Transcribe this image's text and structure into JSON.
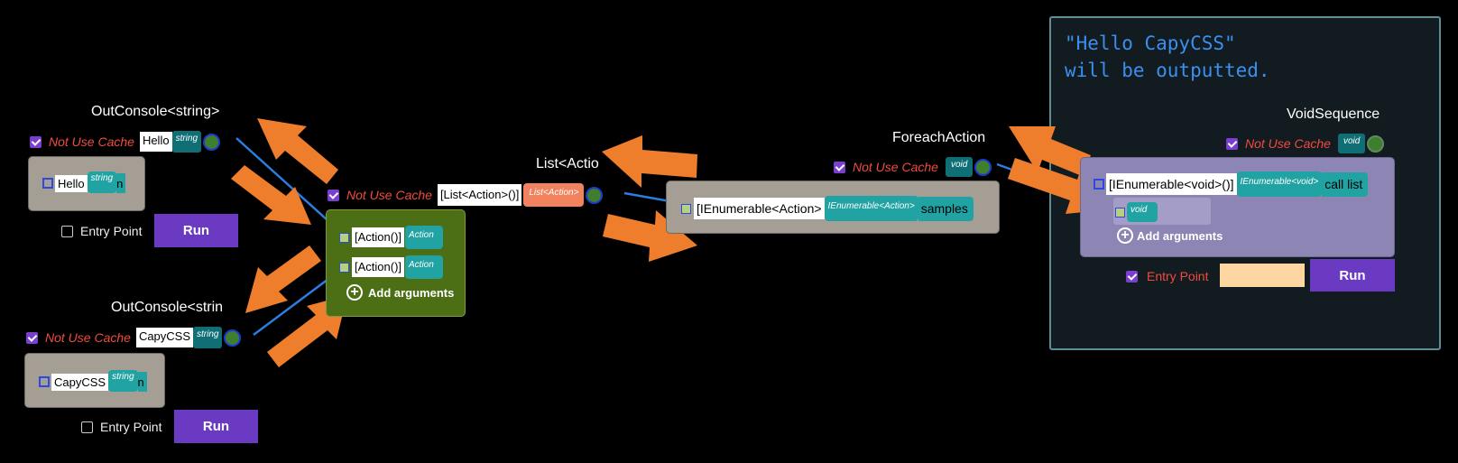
{
  "colors": {
    "background": "#000000",
    "accent_purple": "#6a3ac2",
    "not_use_cache_red": "#f04b3e",
    "teal": "#22a3a3",
    "dark_teal": "#0f6f75",
    "arrow_orange": "#ef7e2c",
    "connection_blue": "#2b7de0",
    "note_text": "#3b8ff0"
  },
  "note": {
    "line1": "\"Hello CapyCSS\"",
    "line2": "will be outputted."
  },
  "nodes": {
    "out_console_1": {
      "title": "OutConsole<string>",
      "not_use_cache": "Not Use Cache",
      "value": "Hello",
      "type": "string",
      "arg_value": "Hello",
      "arg_type": "string",
      "arg_name": "n",
      "entry_point": "Entry Point",
      "run": "Run"
    },
    "out_console_2": {
      "title": "OutConsole<strin",
      "not_use_cache": "Not Use Cache",
      "value": "CapyCSS",
      "type": "string",
      "arg_value": "CapyCSS",
      "arg_type": "string",
      "arg_name": "n",
      "entry_point": "Entry Point",
      "run": "Run"
    },
    "list_action": {
      "title": "List<Actio",
      "not_use_cache": "Not Use Cache",
      "value": "[List<Action>()]",
      "type": "List<Action>",
      "args": [
        {
          "value": "[Action()]",
          "type": "Action"
        },
        {
          "value": "[Action()]",
          "type": "Action"
        }
      ],
      "add_arguments": "Add arguments"
    },
    "foreach_action": {
      "title": "ForeachAction",
      "not_use_cache": "Not Use Cache",
      "type": "void",
      "arg_value": "[IEnumerable<Action>",
      "arg_type": "IEnumerable<Action>",
      "arg_name": "samples"
    },
    "void_sequence": {
      "title": "VoidSequence",
      "not_use_cache": "Not Use Cache",
      "type": "void",
      "arg_value": "[IEnumerable<void>()]",
      "arg_type": "IEnumerable<void>",
      "arg_name": "call list",
      "sub_arg_type": "void",
      "add_arguments": "Add arguments",
      "entry_point": "Entry Point",
      "run": "Run"
    }
  }
}
